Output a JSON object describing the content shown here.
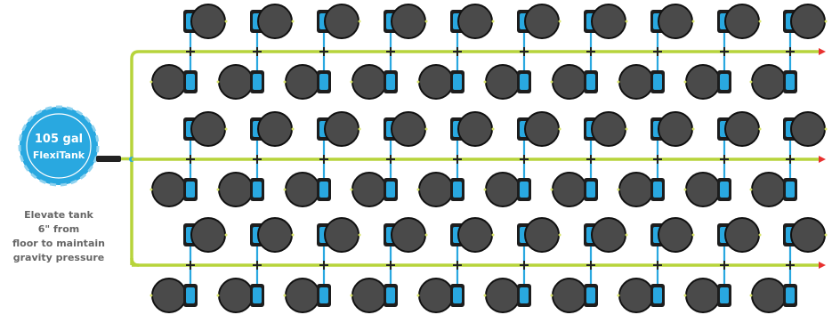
{
  "tank": {
    "capacity": "105 gal",
    "name": "FlexiTank",
    "color": "#29a8e0",
    "note_lines": [
      "Elevate tank",
      "6\" from",
      "floor to maintain",
      "gravity pressure"
    ]
  },
  "layout": {
    "rows": 3,
    "pots_per_side": 10,
    "pots_per_row_total": 20,
    "total_pots": 60
  },
  "colors": {
    "main_line": "#b7d43b",
    "feed_line": "#29a8e0",
    "pot_fill": "#4a4a4a",
    "pot_stroke": "#111111",
    "valve_body": "#29a8e0",
    "end_cap": "#e8312f"
  },
  "icons": [
    "pot-icon",
    "flexi-valve-icon",
    "end-cap-icon",
    "tank-icon"
  ]
}
